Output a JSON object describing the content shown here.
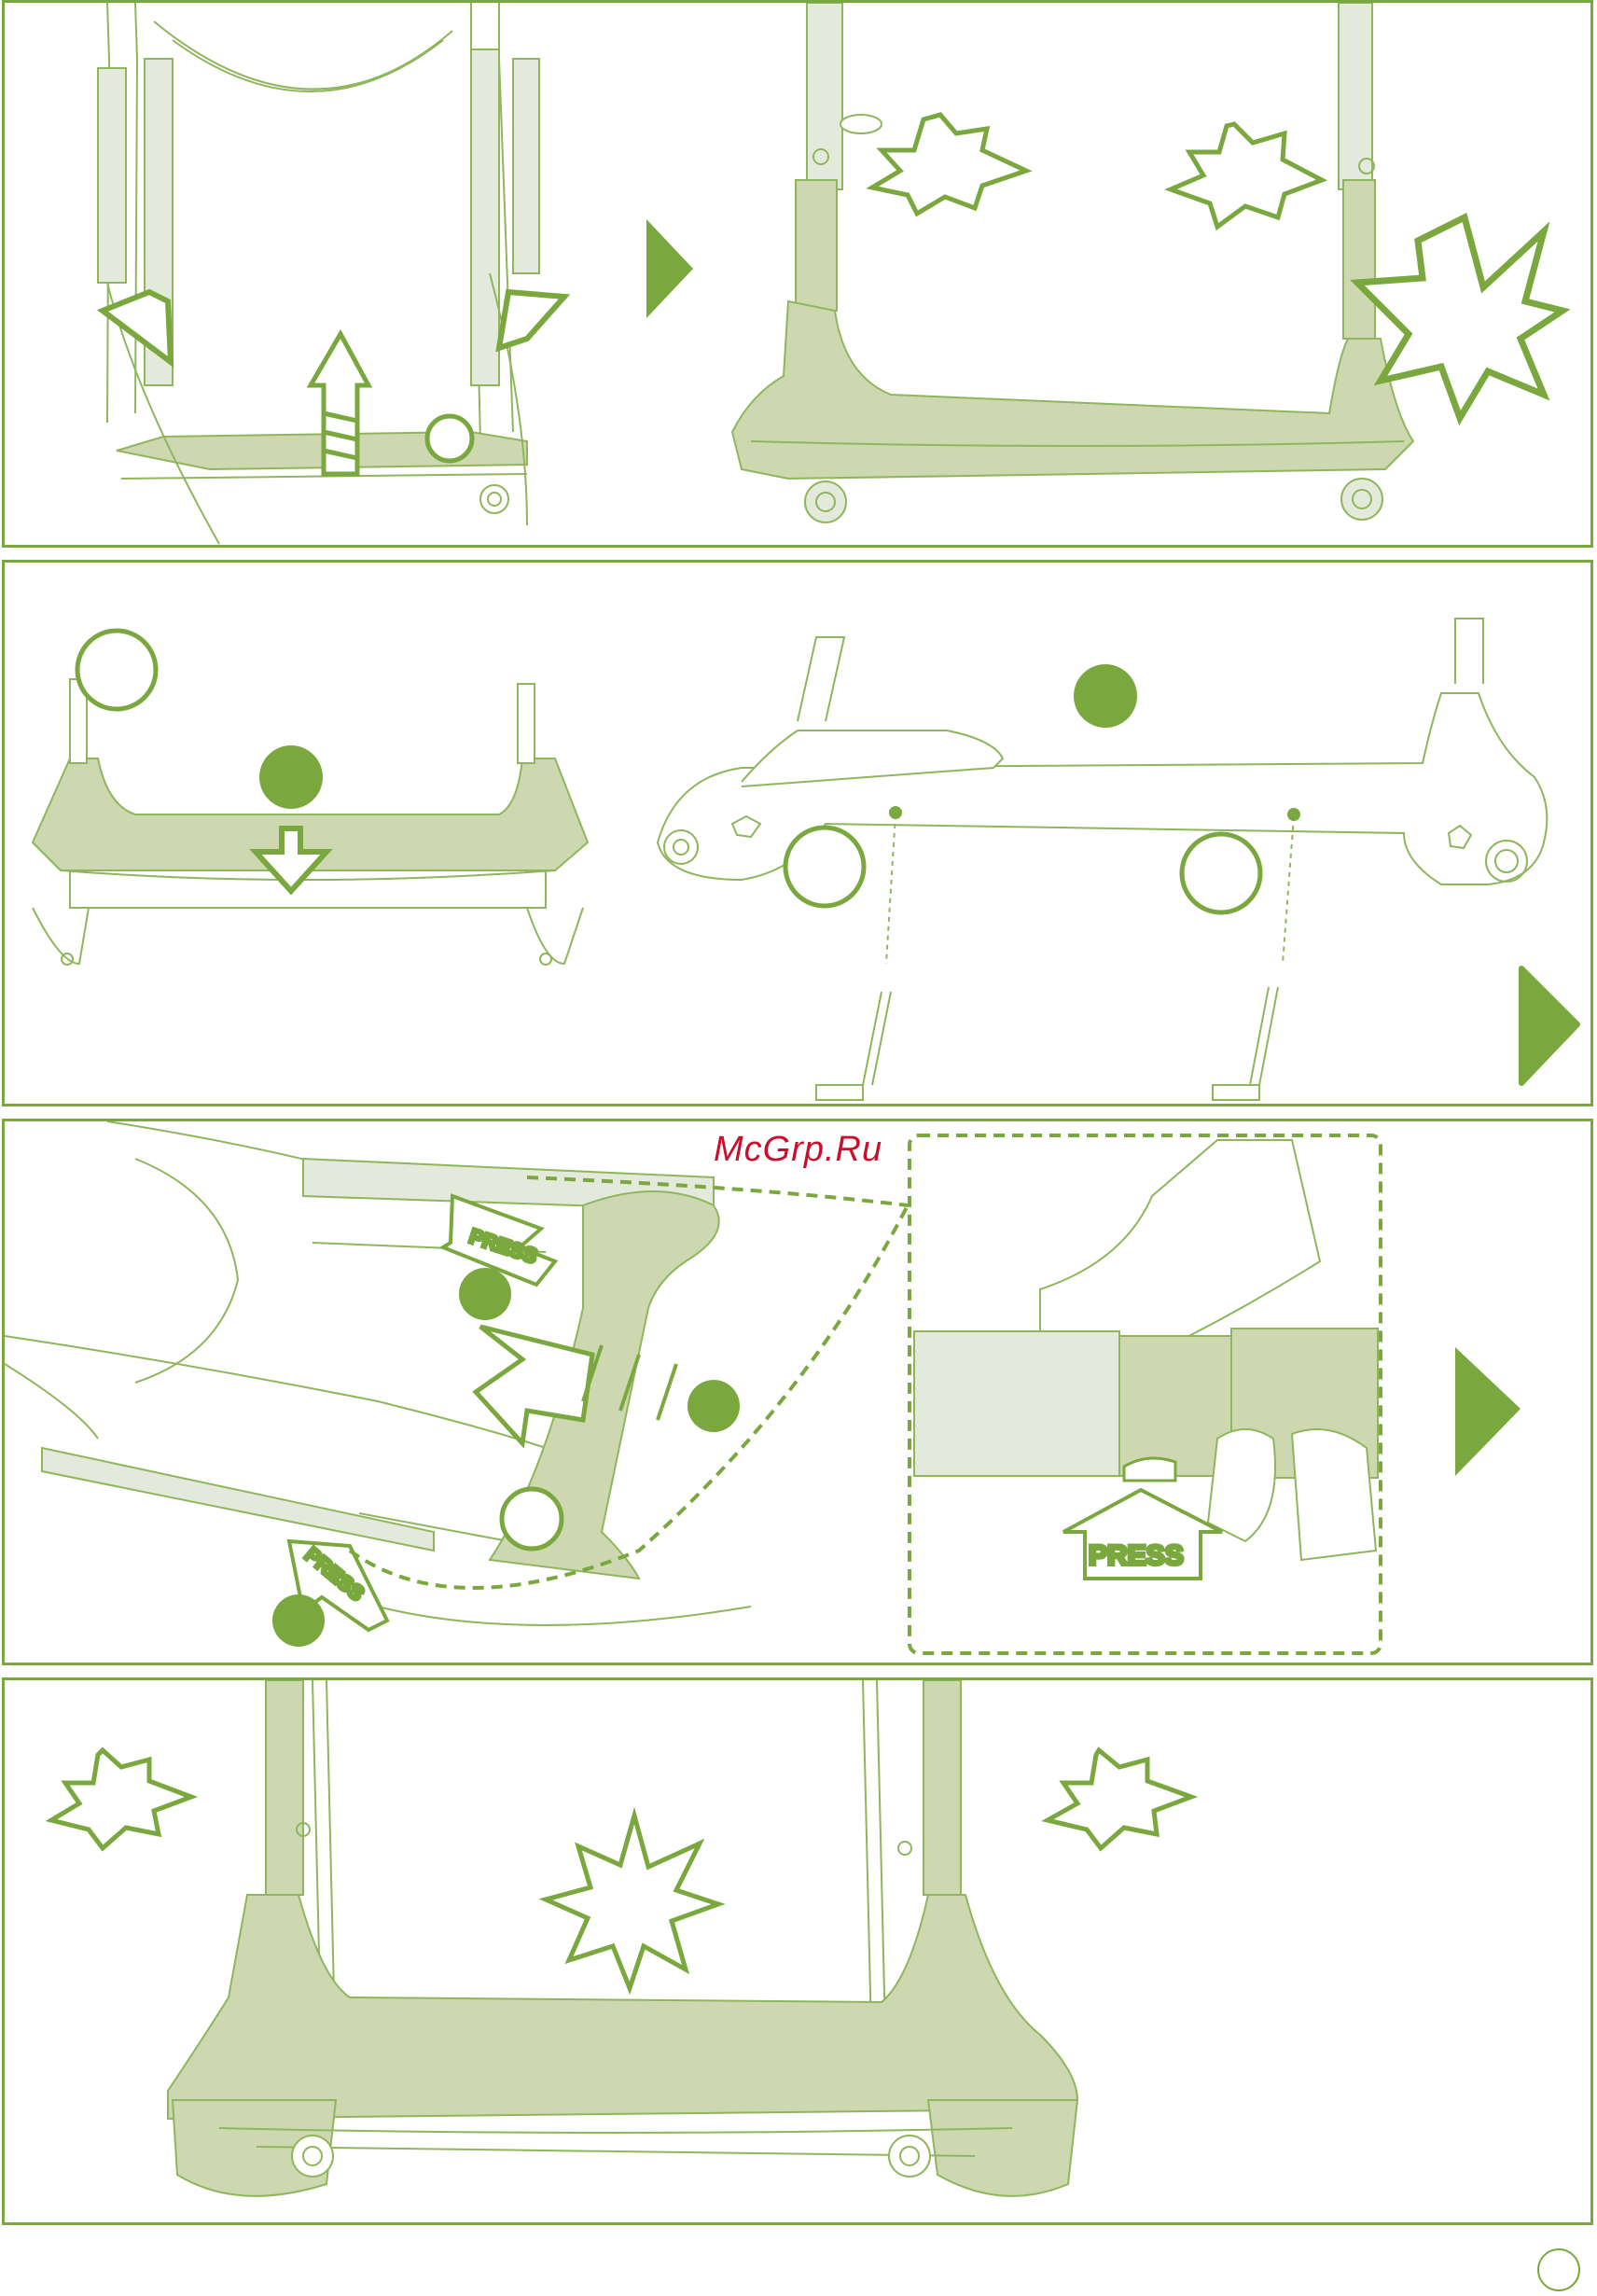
{
  "colors": {
    "green": "#7aa83e",
    "light_green": "#cdd8b0",
    "pale_green": "#e3eadb",
    "line_green": "#8fb65c",
    "watermark_red": "#c8102e"
  },
  "watermark": "McGrp.Ru",
  "press_labels": {
    "p3_top": "PRESS",
    "p3_bottom": "PRESS",
    "p3_zoom": "PRESS"
  },
  "icons": {
    "next_step": "play-triangle-icon",
    "click_sound": "starburst-icon",
    "step_marker_filled": "filled-circle-icon",
    "step_marker_empty": "empty-circle-icon"
  }
}
